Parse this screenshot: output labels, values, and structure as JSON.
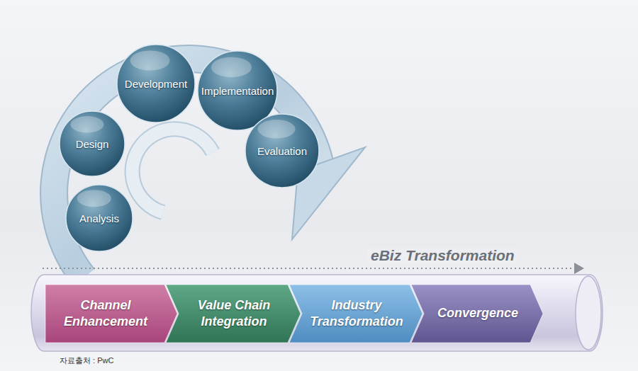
{
  "diagram": {
    "nodes": [
      {
        "text": [
          "Analysis"
        ]
      },
      {
        "text": [
          "Design"
        ]
      },
      {
        "text": [
          "Development"
        ]
      },
      {
        "text": [
          "Implementation"
        ]
      },
      {
        "text": [
          "Evaluation"
        ]
      },
      {
        "text": [
          "Channel Enhancement"
        ]
      },
      {
        "text": [
          "Value Chain Integration"
        ]
      },
      {
        "text": [
          "Industry Transformation"
        ]
      },
      {
        "text": [
          "Convergence"
        ]
      }
    ],
    "labels": [
      "eBiz Transformation",
      "자료출처 : PwC"
    ]
  }
}
